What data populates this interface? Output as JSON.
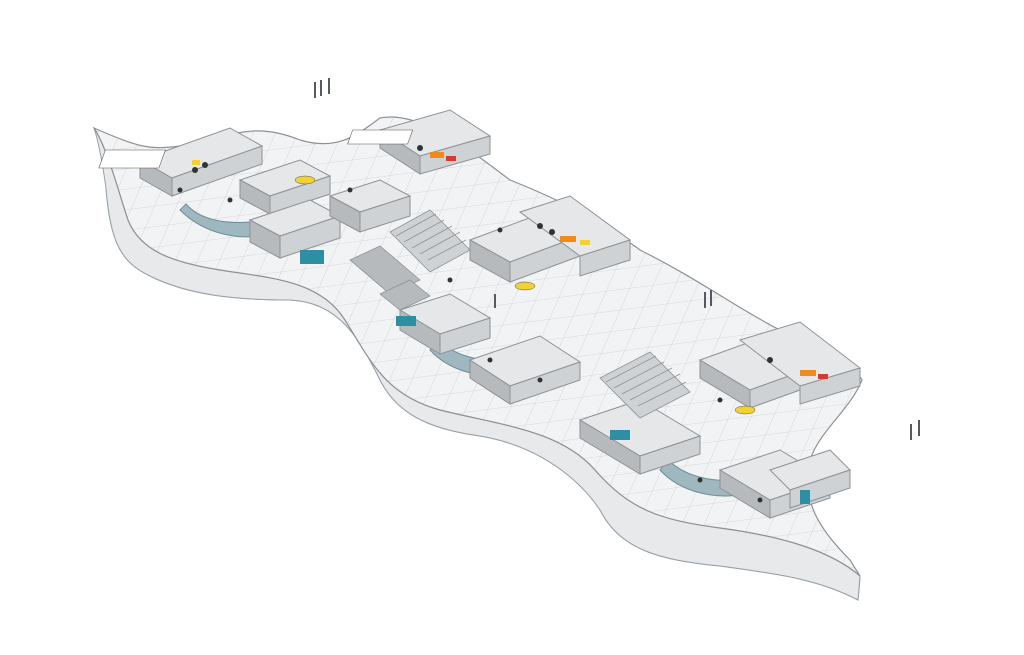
{
  "diagram": {
    "kind": "isometric-floor-plan",
    "palette": {
      "background": "#ffffff",
      "floor": "#f2f3f4",
      "floor_grid": "#c9ccd0",
      "slab_edge": "#d9dcdf",
      "glass": "#9fb8bf",
      "glass_dark": "#6f8e97",
      "wall_top": "#e6e7e9",
      "wall_side": "#b7babd",
      "wall_dark": "#8e9195",
      "desk": "#ffffff",
      "chair": "#2f3237",
      "accent_orange": "#f08a1c",
      "accent_yellow": "#f2d233",
      "accent_red": "#d6392f",
      "accent_teal": "#2c8fa3"
    },
    "room_count": 14,
    "stair_count": 3,
    "column_groups": 4
  }
}
